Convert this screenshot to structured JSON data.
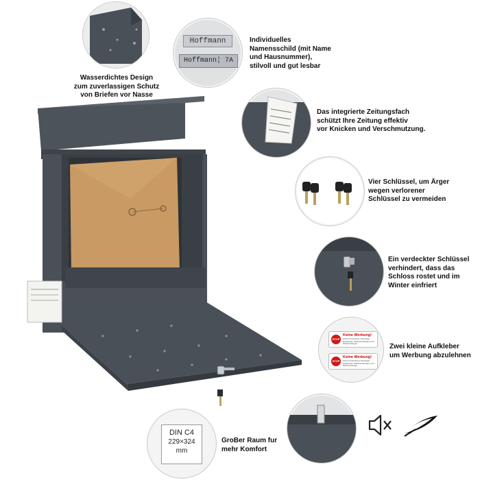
{
  "features": [
    {
      "id": "waterproof",
      "lines": [
        "Wasserdichtes Design",
        "zum zuverlassigen Schutz",
        "von Briefen vor Nasse"
      ]
    },
    {
      "id": "nameplate",
      "lines": [
        "Individuelles",
        "Namensschild (mit Name",
        "und Hausnummer),",
        "stilvoll und gut lesbar"
      ]
    },
    {
      "id": "newspaper",
      "lines": [
        "Das integrierte Zeitungsfach",
        "schützt Ihre Zeitung effektiv",
        "vor Knicken und Verschmutzung."
      ]
    },
    {
      "id": "keys",
      "lines": [
        "Vier Schlüssel, um Ärger",
        "wegen verlorener",
        "Schlüssel zu vermeiden"
      ]
    },
    {
      "id": "lock",
      "lines": [
        "Ein verdeckter Schlüssel",
        "verhindert, dass das",
        "Schloss rostet und im",
        "Winter einfriert"
      ]
    },
    {
      "id": "stickers",
      "lines": [
        "Zwei kleine Aufkleber",
        "um Werbung abzulehnen"
      ]
    },
    {
      "id": "space",
      "lines": [
        "GroBer Raum fur",
        "mehr Komfort"
      ]
    }
  ],
  "nameplate": {
    "line1": "Hoffmann",
    "line2": "Hoffmann¦ 7A"
  },
  "sticker": {
    "stop": "STOP",
    "title": "Keine Werbung!",
    "fine": "Keine Kostenlosen Zeitungen, Handzettel, Werbesendungen und Wurfsendungen"
  },
  "size_card": {
    "format": "DIN C4",
    "dims": "229×324",
    "unit": "mm"
  },
  "colors": {
    "body": "#4a5057",
    "dark": "#3a3f45",
    "envelope": "#c99a63",
    "bg": "#ffffff"
  },
  "icons": [
    "mute-icon",
    "feather-icon"
  ]
}
